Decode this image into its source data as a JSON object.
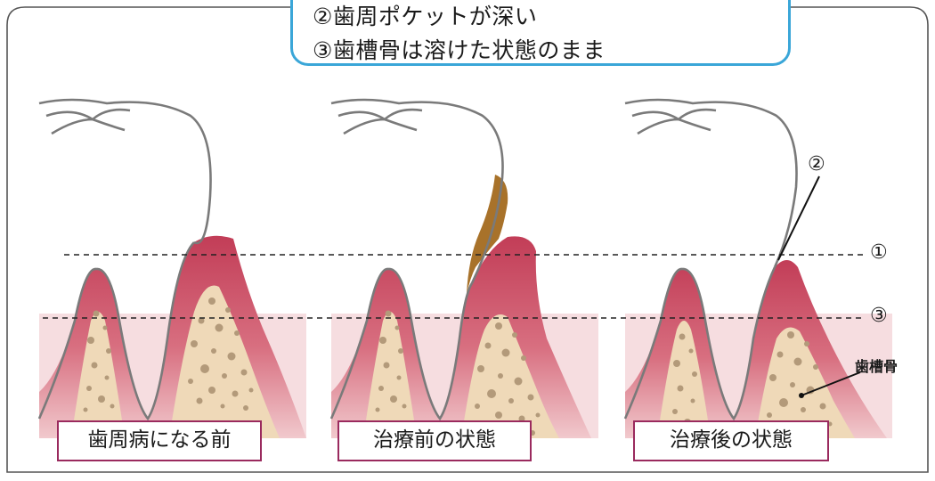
{
  "callout": {
    "line1": "②歯周ポケットが深い",
    "line2": "③歯槽骨は溶けた状態のまま"
  },
  "markers": {
    "m1": "①",
    "m2": "②",
    "m3": "③"
  },
  "bone_label": "歯槽骨",
  "panels": [
    {
      "caption": "歯周病になる前"
    },
    {
      "caption": "治療前の状態"
    },
    {
      "caption": "治療後の状態"
    }
  ],
  "colors": {
    "gum": "#c94a62",
    "gum_light": "#eec3c8",
    "bone": "#efd9b8",
    "bone_dots": "#b39a7a",
    "tartar": "#a8722a",
    "outline": "#777777",
    "frame": "#555555",
    "callout_border": "#3aa6d8",
    "caption_border": "#9a2a5e"
  }
}
